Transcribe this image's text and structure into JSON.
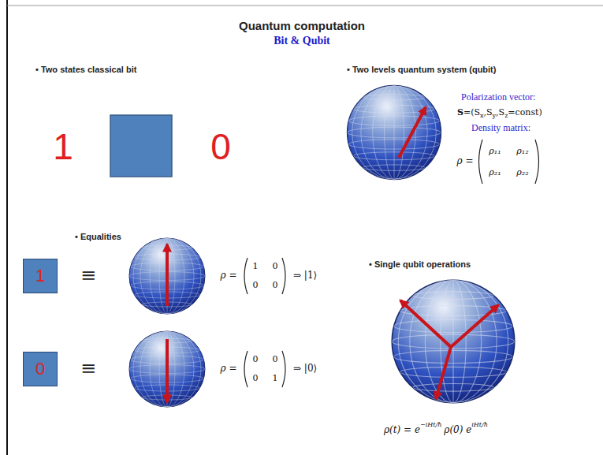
{
  "diagram": {
    "title": "Quantum computation",
    "nodes": [
      {
        "text": [
          "1"
        ]
      },
      {
        "text": [
          "0"
        ]
      }
    ],
    "labels": [
      "Bit & Qubit",
      "• Two states classical bit",
      "1",
      "0",
      "• Two levels quantum system (qubit)",
      "Polarization vector:",
      "S",
      "=(S",
      "x",
      ",S",
      "y",
      ",S",
      "z",
      "=const)",
      "Density matrix:",
      "ρ =",
      "ρ₁₁",
      "ρ₁₂",
      "ρ₂₁",
      "ρ₂₂",
      "• Equalities",
      "≡",
      "ρ =",
      "1",
      "0",
      "0",
      "0",
      "⇒ |1⟩",
      "≡",
      "ρ =",
      "0",
      "0",
      "0",
      "1",
      "⇒ |0⟩",
      "• Single qubit operations",
      "ρ(t) = e",
      "−iHt/ħ",
      "ρ(0) e",
      "iHt/ħ"
    ]
  }
}
